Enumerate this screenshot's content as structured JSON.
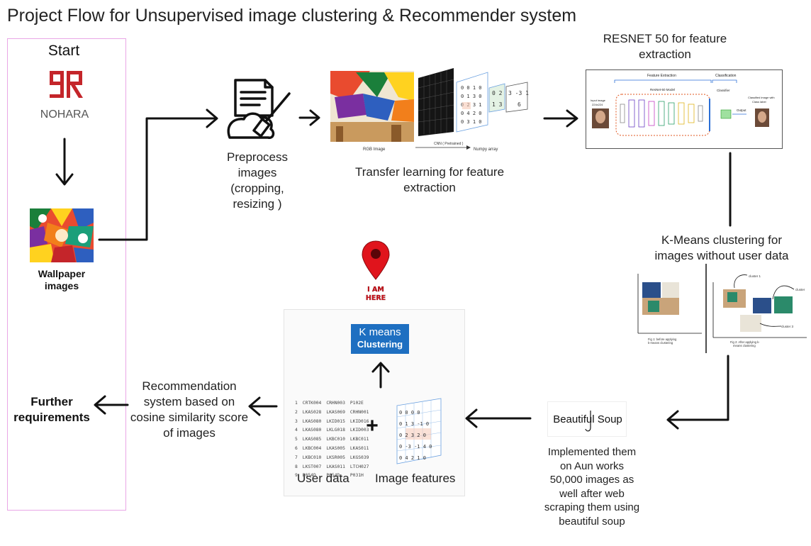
{
  "title": "Project Flow for Unsupervised image clustering & Recommender system",
  "start": "Start",
  "logo": {
    "text": "NOHARA",
    "color": "#c4252a"
  },
  "wallpaper_label": [
    "Wallpaper",
    "images"
  ],
  "preprocess_label": [
    "Preprocess",
    "images",
    "(cropping,",
    "resizing )"
  ],
  "transfer_label": [
    "Transfer learning for feature",
    "extraction"
  ],
  "transfer_figure": {
    "left_caption": "RGB Image",
    "mid_caption": "CNN ( Pretrained )",
    "right_caption": "Numpy array"
  },
  "resnet_label": [
    "RESNET 50 for feature",
    "extraction"
  ],
  "resnet_figure": {
    "feature_extraction": "Feature Extraction",
    "classification": "Classification",
    "model": "ResNet-50 Model",
    "input": [
      "Input image",
      "224x224"
    ],
    "classifier": "Classifier",
    "output": "Output",
    "classified": [
      "Classified image with",
      "Class label"
    ]
  },
  "kmeans_label": [
    "K-Means clustering for",
    "images without user data"
  ],
  "kmeans_figure": {
    "fig1": [
      "Fig 1: before applying",
      "k-means clustering"
    ],
    "fig2": [
      "Fig 2: After applying k-",
      "means clustering"
    ],
    "clusters": [
      "cluster 1",
      "cluster",
      "cluster 3"
    ]
  },
  "beautifulsoup": {
    "logo_text": "Beautiful Soup"
  },
  "implemented_label": [
    "Implemented them",
    "on Aun works",
    "50,000 images as",
    "well after web",
    "scraping them using",
    "beautiful soup"
  ],
  "pin": [
    "I AM",
    "HERE"
  ],
  "kmeans_badge": [
    "K means",
    "Clustering"
  ],
  "user_data": {
    "label": "User data",
    "rows": [
      [
        "1",
        "CRTK004",
        "CRHN003",
        "P102E"
      ],
      [
        "2",
        "LKAS028",
        "LKAS069",
        "CRHN001"
      ],
      [
        "3",
        "LKAS080",
        "LKID015",
        "LKID016"
      ],
      [
        "4",
        "LKAS080",
        "LKLG018",
        "LKID003"
      ],
      [
        "5",
        "LKAS085",
        "LKBC010",
        "LKBC011"
      ],
      [
        "6",
        "LKBC004",
        "LKAS005",
        "LKAS011"
      ],
      [
        "7",
        "LKBC010",
        "LKSR005",
        "LKGS039"
      ],
      [
        "8",
        "LKST007",
        "LKAS011",
        "LTCH027"
      ],
      [
        "9",
        "P054D",
        "P054D",
        "P031H"
      ]
    ]
  },
  "plus": "+",
  "image_features_label": "Image features",
  "recommendation_label": [
    "Recommendation",
    "system based on",
    "cosine similarity score",
    "of images"
  ],
  "further_label": [
    "Further",
    "requirements"
  ],
  "colors": {
    "lane_border": "#e9a6e6",
    "arrow": "#111111",
    "badge_bg": "#1e6fc1",
    "pin": "#e0141c"
  }
}
